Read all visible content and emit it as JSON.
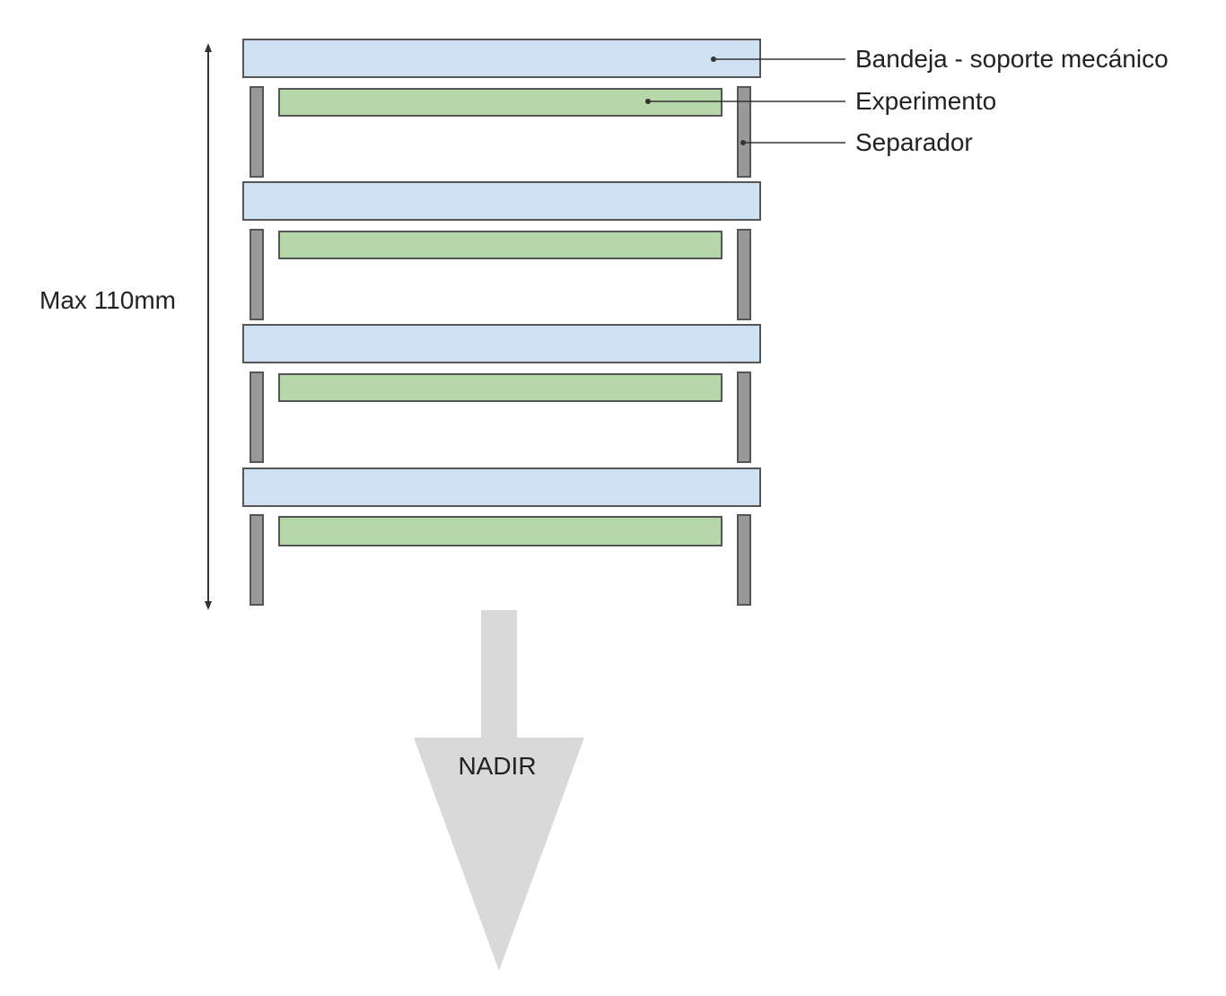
{
  "labels": {
    "tray": "Bandeja - soporte mecánico",
    "experiment": "Experimento",
    "separator": "Separador"
  },
  "dimension": {
    "text": "Max 110mm"
  },
  "direction": {
    "text": "NADIR"
  },
  "stack": {
    "levels": 4
  },
  "colors": {
    "tray_fill": "#cfe2f3",
    "experiment_fill": "#b6d7a8",
    "separator_fill": "#999999",
    "outline": "#555555",
    "arrow_fill": "#d9d9d9",
    "line": "#333333"
  }
}
